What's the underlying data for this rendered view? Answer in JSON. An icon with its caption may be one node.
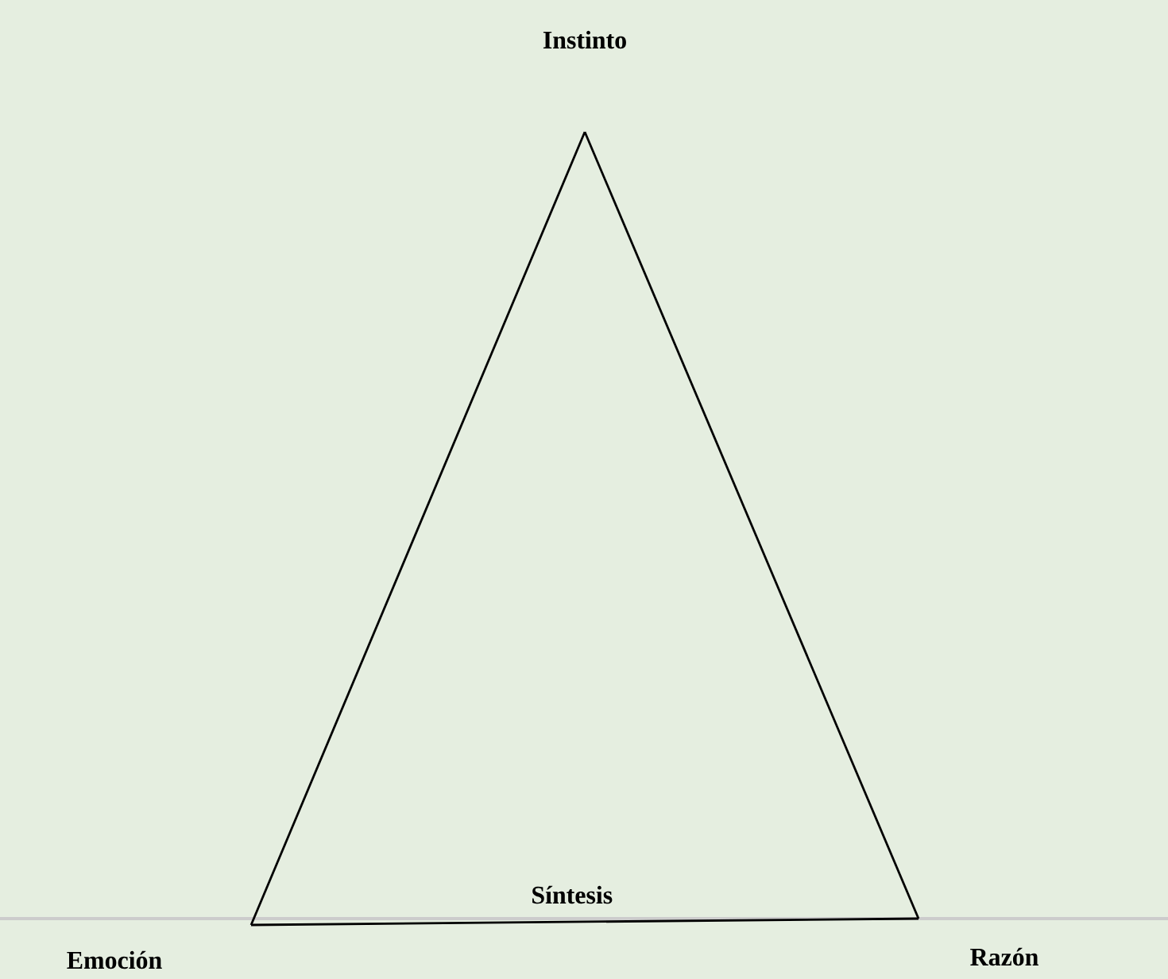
{
  "diagram": {
    "nodes": [
      {
        "text": [
          "Instinto"
        ]
      },
      {
        "text": [
          "Emoción"
        ]
      },
      {
        "text": [
          "Razón"
        ]
      }
    ],
    "edges": [
      {
        "from": 0,
        "to": 1,
        "arrow": "none"
      },
      {
        "from": 1,
        "to": 2,
        "arrow": "none"
      },
      {
        "from": 2,
        "to": 0,
        "arrow": "none"
      }
    ],
    "labels": [
      "Síntesis"
    ]
  }
}
